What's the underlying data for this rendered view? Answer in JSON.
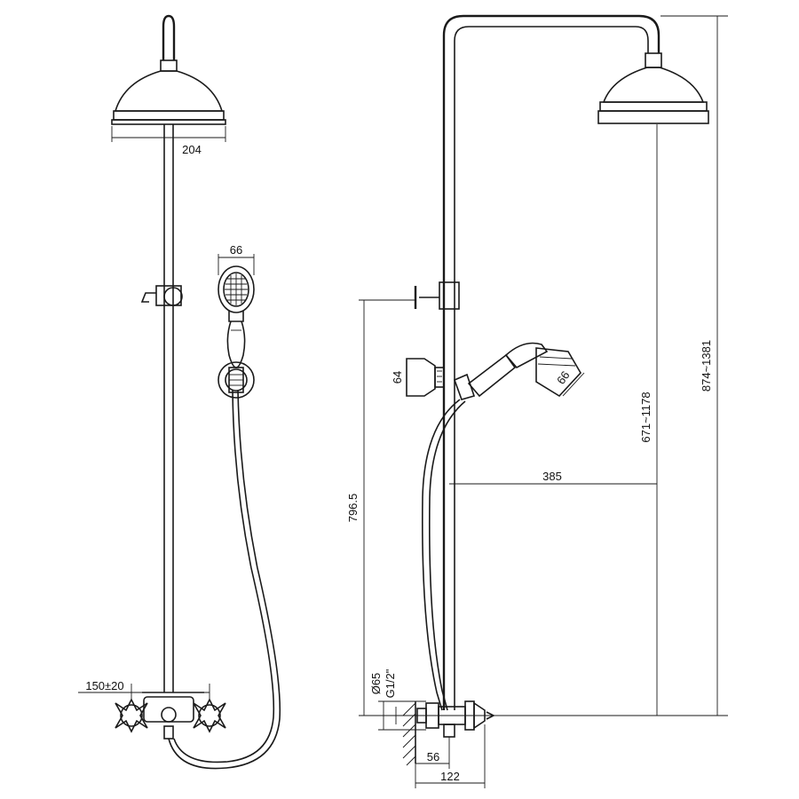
{
  "dimensions": {
    "head_width": "204",
    "hand_shower_width": "66",
    "valve_spacing": "150±20",
    "overall_height": "874~1381",
    "head_height": "671~1178",
    "arm_reach": "385",
    "holder_height": "796.5",
    "side_hand_head": "66",
    "wall_bracket": "64",
    "flange_diameter": "Ø65",
    "thread": "G1/2\"",
    "wall_to_pipe": "56",
    "depth": "122"
  }
}
